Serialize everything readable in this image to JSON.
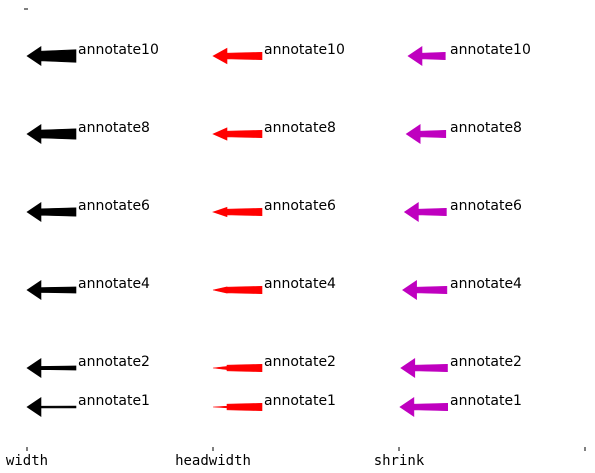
{
  "chart_data": {
    "type": "scatter",
    "title": "",
    "xlabel": "",
    "ylabel": "",
    "x_categories": [
      "width",
      "headwidth",
      "shrink",
      ""
    ],
    "xlim": [
      0,
      3
    ],
    "ylim": [
      0,
      11
    ],
    "grid": false,
    "columns": [
      {
        "x": 0,
        "label_x": 1,
        "color": "#000000",
        "vary": "width",
        "rows": [
          {
            "y": 10,
            "text": "annotate10",
            "width": 6,
            "headwidth": 12,
            "shrink": 0
          },
          {
            "y": 8,
            "text": "annotate8",
            "width": 5,
            "headwidth": 12,
            "shrink": 0
          },
          {
            "y": 6,
            "text": "annotate6",
            "width": 4,
            "headwidth": 12,
            "shrink": 0
          },
          {
            "y": 4,
            "text": "annotate4",
            "width": 3,
            "headwidth": 12,
            "shrink": 0
          },
          {
            "y": 2,
            "text": "annotate2",
            "width": 2,
            "headwidth": 12,
            "shrink": 0
          },
          {
            "y": 1,
            "text": "annotate1",
            "width": 1,
            "headwidth": 12,
            "shrink": 0
          }
        ]
      },
      {
        "x": 1,
        "label_x": 2,
        "color": "#ff0000",
        "vary": "headwidth",
        "rows": [
          {
            "y": 10,
            "text": "annotate10",
            "width": 3.5,
            "headwidth": 10,
            "shrink": 0
          },
          {
            "y": 8,
            "text": "annotate8",
            "width": 3.5,
            "headwidth": 8,
            "shrink": 0
          },
          {
            "y": 6,
            "text": "annotate6",
            "width": 3.5,
            "headwidth": 6,
            "shrink": 0
          },
          {
            "y": 4,
            "text": "annotate4",
            "width": 3.5,
            "headwidth": 4,
            "shrink": 0
          },
          {
            "y": 2,
            "text": "annotate2",
            "width": 3.5,
            "headwidth": 2,
            "shrink": 0
          },
          {
            "y": 1,
            "text": "annotate1",
            "width": 3.5,
            "headwidth": 1,
            "shrink": 0
          }
        ]
      },
      {
        "x": 2,
        "label_x": 3,
        "color": "#bf00bf",
        "vary": "shrink",
        "rows": [
          {
            "y": 10,
            "text": "annotate10",
            "width": 3.5,
            "headwidth": 12,
            "shrink": 0.1
          },
          {
            "y": 8,
            "text": "annotate8",
            "width": 3.5,
            "headwidth": 12,
            "shrink": 0.08
          },
          {
            "y": 6,
            "text": "annotate6",
            "width": 3.5,
            "headwidth": 12,
            "shrink": 0.06
          },
          {
            "y": 4,
            "text": "annotate4",
            "width": 3.5,
            "headwidth": 12,
            "shrink": 0.04
          },
          {
            "y": 2,
            "text": "annotate2",
            "width": 3.5,
            "headwidth": 12,
            "shrink": 0.02
          },
          {
            "y": 1,
            "text": "annotate1",
            "width": 3.5,
            "headwidth": 12,
            "shrink": 0.01
          }
        ]
      }
    ]
  }
}
